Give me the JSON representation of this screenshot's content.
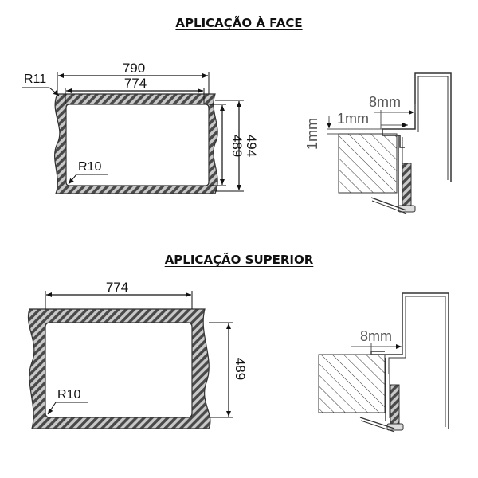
{
  "titles": {
    "face": "APLICAÇÃO À FACE",
    "superior": "APLICAÇÃO SUPERIOR"
  },
  "face_plan": {
    "outer_width": "790",
    "inner_width": "774",
    "outer_height": "494",
    "inner_height": "489",
    "outer_radius": "R11",
    "inner_radius": "R10"
  },
  "face_section": {
    "gap_a": "8mm",
    "gap_b": "1mm",
    "gap_c": "1mm"
  },
  "superior_plan": {
    "width": "774",
    "height": "489",
    "radius": "R10"
  },
  "superior_section": {
    "gap": "8mm"
  },
  "colors": {
    "hatch": "#444444",
    "line": "#111111",
    "dim_gray": "#555555"
  }
}
